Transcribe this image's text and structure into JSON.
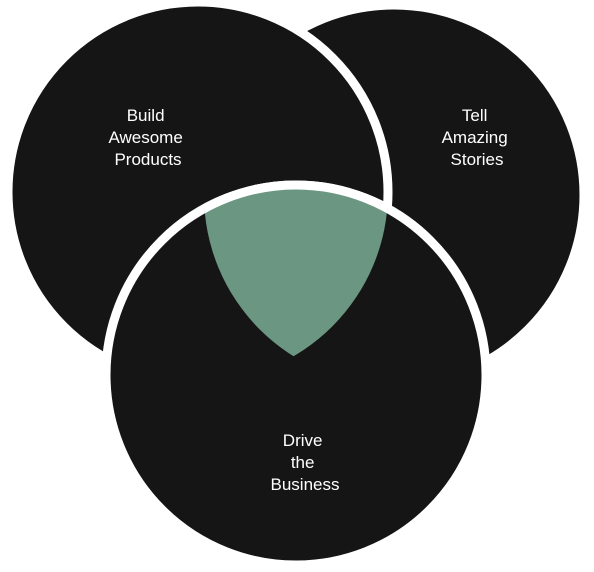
{
  "diagram": {
    "colors": {
      "background": "#ffffff",
      "circle_fill": "#151515",
      "circle_stroke": "#ffffff",
      "center_fill": "#6b9682",
      "label_color": "#ffffff"
    },
    "circles": [
      {
        "id": "products",
        "lines": [
          "Build",
          "Awesome",
          "Products"
        ]
      },
      {
        "id": "stories",
        "lines": [
          "Tell",
          "Amazing",
          "Stories"
        ]
      },
      {
        "id": "business",
        "lines": [
          "Drive",
          "the",
          "Business"
        ]
      }
    ]
  }
}
